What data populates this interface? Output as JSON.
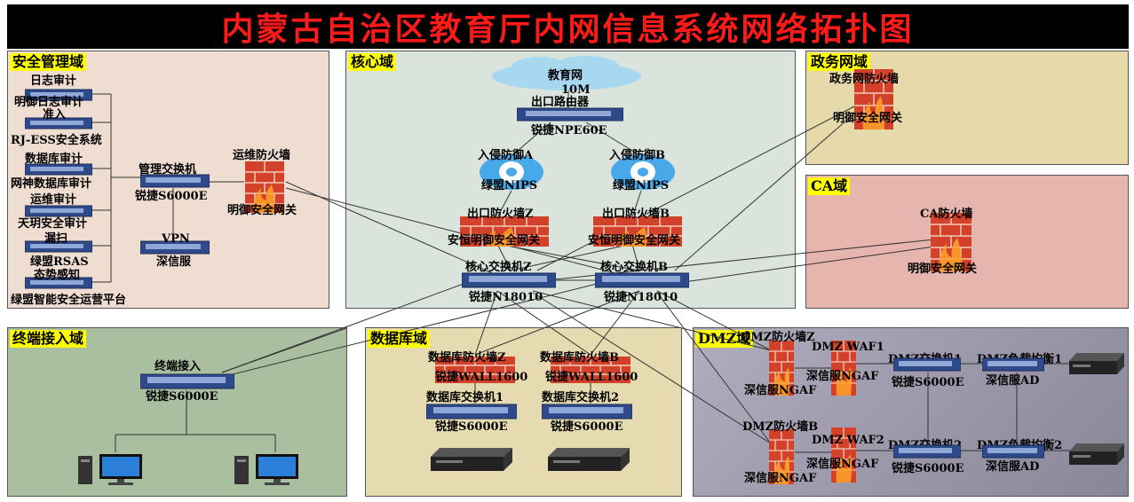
{
  "title": "内蒙古自治区教育厅内网信息系统网络拓扑图",
  "zones": {
    "security": "安全管理域",
    "core": "核心域",
    "gov": "政务网域",
    "ca": "CA域",
    "terminal": "终端接入域",
    "database": "数据库域",
    "dmz": "DMZ域"
  },
  "security": {
    "log_audit": "日志审计",
    "log_audit_sub": "明御日志审计",
    "access": "准入",
    "access_sub": "RJ-ESS安全系统",
    "db_audit": "数据库审计",
    "db_audit_sub": "网神数据库审计",
    "ops_audit": "运维审计",
    "ops_audit_sub": "天玥安全审计",
    "scan": "漏扫",
    "scan_sub": "绿盟RSAS",
    "situation": "态势感知",
    "situation_sub": "绿盟智能安全运营平台",
    "mgmt_switch": "管理交换机",
    "mgmt_switch_model": "锐捷S6000E",
    "vpn": "VPN",
    "vpn_sub": "深信服",
    "ops_fw": "运维防火墙",
    "ops_fw_sub": "明御安全网关"
  },
  "core": {
    "internet": "教育网",
    "bandwidth": "10M",
    "router": "出口路由器",
    "router_model": "锐捷NPE60E",
    "ips_a": "入侵防御A",
    "ips_a_sub": "绿盟NIPS",
    "ips_b": "入侵防御B",
    "ips_b_sub": "绿盟NIPS",
    "fw_z": "出口防火墙Z",
    "fw_z_sub": "安恒明御安全网关",
    "fw_b": "出口防火墙B",
    "fw_b_sub": "安恒明御安全网关",
    "sw_z": "核心交换机Z",
    "sw_z_model": "锐捷N18010",
    "sw_b": "核心交换机B",
    "sw_b_model": "锐捷N18010"
  },
  "gov": {
    "fw": "政务网防火墙",
    "fw_sub": "明御安全网关"
  },
  "ca": {
    "fw": "CA防火墙",
    "fw_sub": "明御安全网关"
  },
  "terminal": {
    "switch": "终端接入",
    "switch_model": "锐捷S6000E"
  },
  "database": {
    "fw_z": "数据库防火墙Z",
    "fw_z_sub": "锐捷WALL1600",
    "fw_b": "数据库防火墙B",
    "fw_b_sub": "锐捷WALL1600",
    "sw_1": "数据库交换机1",
    "sw_1_model": "锐捷S6000E",
    "sw_2": "数据库交换机2",
    "sw_2_model": "锐捷S6000E"
  },
  "dmz": {
    "fw_z": "DMZ防火墙Z",
    "fw_z_sub": "深信服NGAF",
    "waf1": "DMZ WAF1",
    "waf1_sub": "深信服NGAF",
    "sw1": "DMZ交换机1",
    "sw1_model": "锐捷S6000E",
    "lb1": "DMZ负载均衡1",
    "lb1_sub": "深信服AD",
    "fw_b": "DMZ防火墙B",
    "fw_b_sub": "深信服NGAF",
    "waf2": "DMZ WAF2",
    "waf2_sub": "深信服NGAF",
    "sw2": "DMZ交换机2",
    "sw2_model": "锐捷S6000E",
    "lb2": "DMZ负载均衡2",
    "lb2_sub": "深信服AD"
  },
  "colors": {
    "title_bg": "#000000",
    "title_text": "#ff1a1a",
    "zone_label_bg": "#ffff00",
    "security_bg": "#efddd2",
    "core_bg": "#dbe4dc",
    "gov_bg": "#e6d9aa",
    "ca_bg": "#e6b6ae",
    "terminal_bg": "#a9bfa0",
    "database_bg": "#e6dbb0",
    "dmz_bg": "#9c98ab",
    "switch_blue": "#2f4a8a",
    "firewall_red": "#d2422a"
  }
}
